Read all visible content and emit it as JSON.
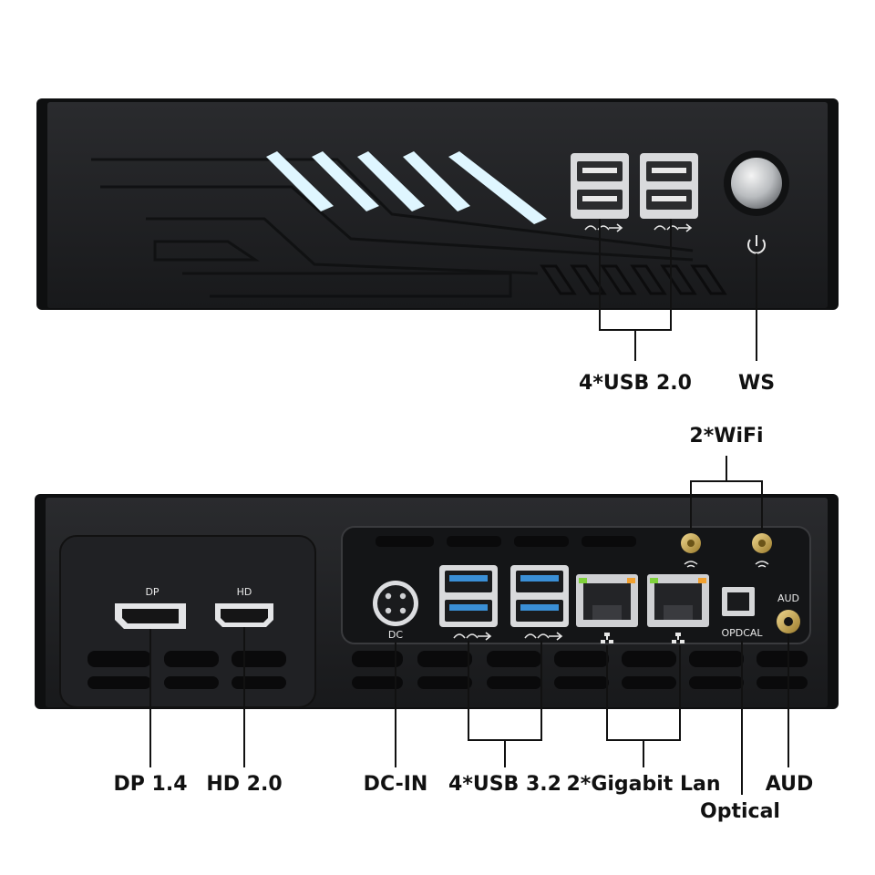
{
  "front_panel": {
    "callouts": {
      "usb2": "4*USB 2.0",
      "power_switch": "WS"
    }
  },
  "rear_panel": {
    "port_labels": {
      "dp": "DP",
      "hd": "HD",
      "dc": "DC",
      "optical": "OPDCAL",
      "aud": "AUD"
    },
    "callouts": {
      "wifi": "2*WiFi",
      "dp": "DP 1.4",
      "hd": "HD 2.0",
      "dc_in": "DC-IN",
      "usb3": "4*USB 3.2",
      "lan": "2*Gigabit Lan",
      "aud": "AUD",
      "optical": "Optical"
    }
  },
  "colors": {
    "chassis": "#1c1d1f",
    "chassis_edge": "#0d0e0f",
    "accent_light": "#dff6ff",
    "usb3_blue": "#3a8fd6",
    "led_green": "#7fd13b",
    "led_orange": "#f0a030",
    "callout_line": "#111111"
  },
  "icons": [
    "ss-usb-icon",
    "power-icon",
    "wifi-icon",
    "network-icon"
  ]
}
